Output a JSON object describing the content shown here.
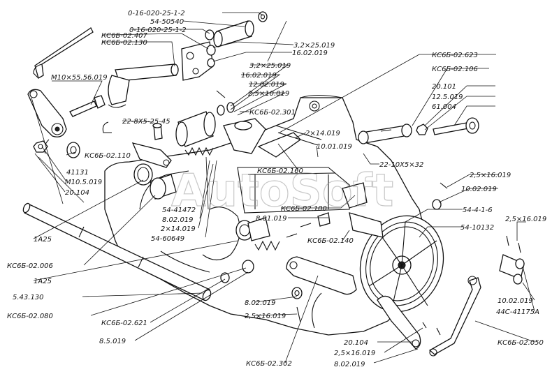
{
  "watermark": "AutoSoft",
  "callouts": {
    "c01": "0-16-020-25-1-2",
    "c02": "54-50540",
    "c03": "0-16-020-25-1-2",
    "c04": "КС6Б-02.407",
    "c05": "КС6Б-02.130",
    "c06": "3,2×25.019",
    "c07": "16.02.019",
    "c08": "КС6Б-02.623",
    "c09": "КС6Б-02.106",
    "c10": "М10×55.56.019",
    "c11": "3,2×25.019",
    "c12": "16.02.019",
    "c13": "12.02.019",
    "c14": "2,5×10.019",
    "c15": "КС6Б-02.301",
    "c16": "20.101",
    "c17": "12.5.019",
    "c18": "61.004",
    "c19": "22-8Х5-25-45",
    "c20": "2×14.019",
    "c21": "10.01.019",
    "c22": "КС6Б-02.110",
    "c23": "22-10Х5×32",
    "c24": "41131",
    "c25": "М10.5.019",
    "c26": "20.104",
    "c27": "КС6Б-02.160",
    "c28": "2,5×16.019",
    "c29": "10.02.019",
    "c30": "54-41472",
    "c31": "8.02.019",
    "c32": "2×14.019",
    "c33": "54-60649",
    "c34": "КС6Б-02.100",
    "c35": "8.01.019",
    "c36": "54-4-1-6",
    "c37": "2,5×16.019",
    "c38": "54-10132",
    "c39": "1А25",
    "c40": "КС6Б-02.006",
    "c41": "1А25",
    "c42": "КС6Б-02.140",
    "c43": "5.43.130",
    "c44": "КС6Б-02.080",
    "c45": "8.02.019",
    "c46": "2,5×16.019",
    "c47": "10.02.019",
    "c48": "44С-41175А",
    "c49": "КС6Б-02.621",
    "c50": "8.5.019",
    "c51": "20.104",
    "c52": "КС6Б-02.050",
    "c53": "2,5×16.019",
    "c54": "8.02.019",
    "c55": "КС6Б-02.302"
  }
}
